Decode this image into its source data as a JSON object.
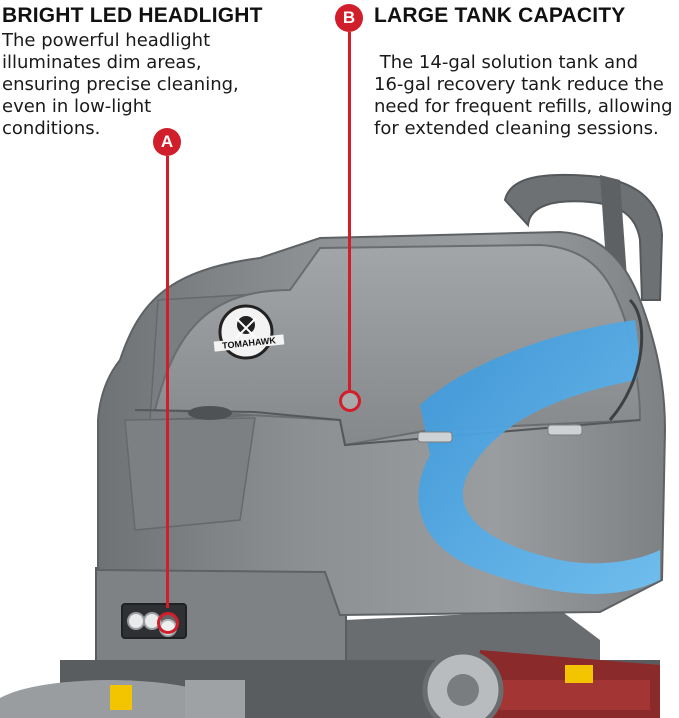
{
  "callouts": {
    "a": {
      "marker": "A",
      "title": "BRIGHT LED HEADLIGHT",
      "lines": [
        "The powerful headlight",
        "illuminates dim areas,",
        "ensuring precise cleaning,",
        "even in low-light",
        "conditions."
      ]
    },
    "b": {
      "marker": "B",
      "title": "LARGE TANK CAPACITY",
      "lines": [
        " The 14-gal solution tank and",
        "16-gal recovery tank reduce the",
        "need for frequent refills, allowing",
        "for extended cleaning sessions."
      ]
    }
  },
  "brand": {
    "logo_text": "TOMAHAWK"
  },
  "colors": {
    "accent_red": "#d01f2a",
    "body_gray": "#8a8d90",
    "stripe_blue": "#4aa6e8"
  }
}
